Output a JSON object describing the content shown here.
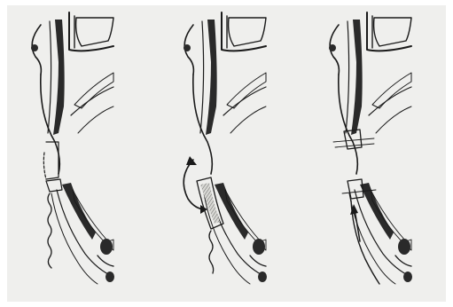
{
  "figure": {
    "panel_count": 3,
    "colors": {
      "background": "#efefed",
      "ink": "#1a1a1a",
      "dark_tissue": "#2a2a2a",
      "mid_tissue": "#6a6a6a",
      "light_tissue": "#d8d8d4"
    },
    "panels": [
      {
        "label": "",
        "depicts": [
          "upper-flap",
          "gap-region",
          "lower-flap"
        ]
      },
      {
        "label": "",
        "depicts": [
          "upper-flap",
          "rotated-lower-flap",
          "curved-arrow"
        ]
      },
      {
        "label": "",
        "depicts": [
          "upper-flap",
          "sutured-flaps",
          "straight-arrow"
        ]
      }
    ]
  }
}
